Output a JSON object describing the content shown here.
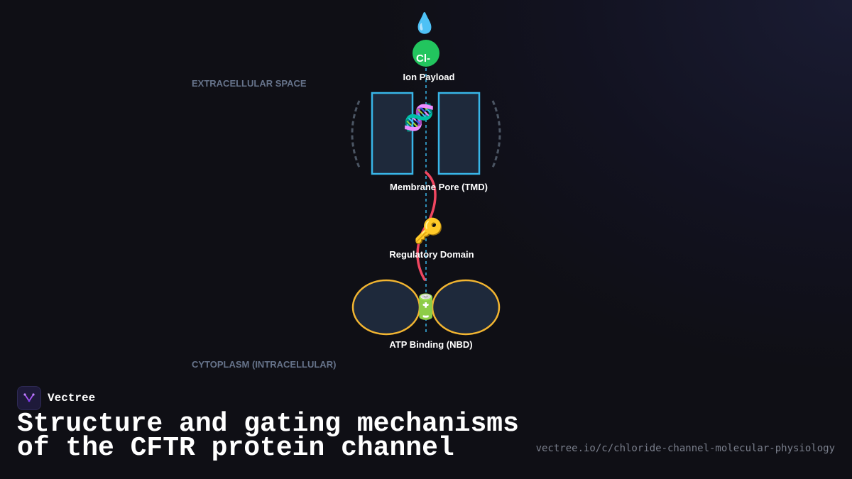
{
  "diagram": {
    "regions": {
      "extracellular": "EXTRACELLULAR SPACE",
      "cytoplasm": "CYTOPLASM (INTRACELLULAR)"
    },
    "ion": {
      "symbol": "Cl-",
      "label": "Ion Payload",
      "icon": "water-droplet"
    },
    "pore": {
      "label": "Membrane Pore (TMD)",
      "icon": "dna"
    },
    "regulatory": {
      "label": "Regulatory Domain",
      "icon": "key"
    },
    "atp": {
      "label": "ATP Binding (NBD)",
      "icon": "battery"
    },
    "colors": {
      "ion": "#22c55e",
      "pore_stroke": "#38b6e8",
      "pore_fill": "#1e293b",
      "regulatory_line": "#f04660",
      "nbd_stroke": "#f2b531",
      "channel_axis": "#38b6e8"
    }
  },
  "branding": {
    "name": "Vectree",
    "title_line1": "Structure and gating mechanisms",
    "title_line2": "of the CFTR protein channel",
    "url": "vectree.io/c/chloride-channel-molecular-physiology"
  }
}
